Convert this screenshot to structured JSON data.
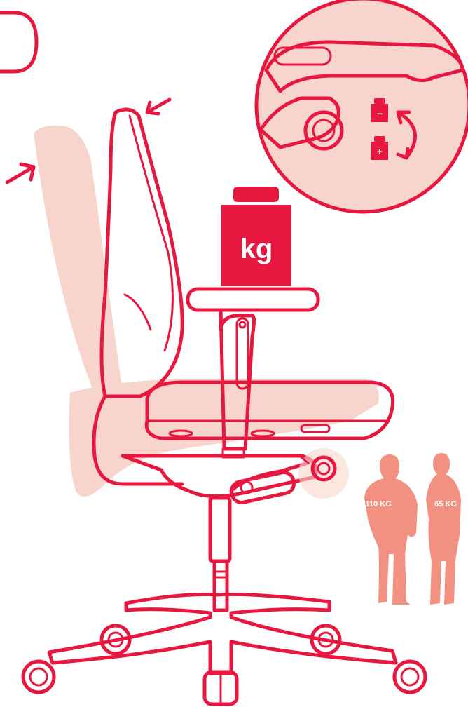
{
  "weight_icon": {
    "unit": "kg",
    "color": "#e8173f"
  },
  "adjustment_icons": {
    "minus": "–",
    "plus": "+"
  },
  "users": [
    {
      "label": "110 KG",
      "icon": "heavy-person-icon"
    },
    {
      "label": "65 KG",
      "icon": "light-person-icon"
    }
  ],
  "colors": {
    "accent": "#e8173f",
    "ghost": "#f8d5cc",
    "person": "#f29181"
  }
}
